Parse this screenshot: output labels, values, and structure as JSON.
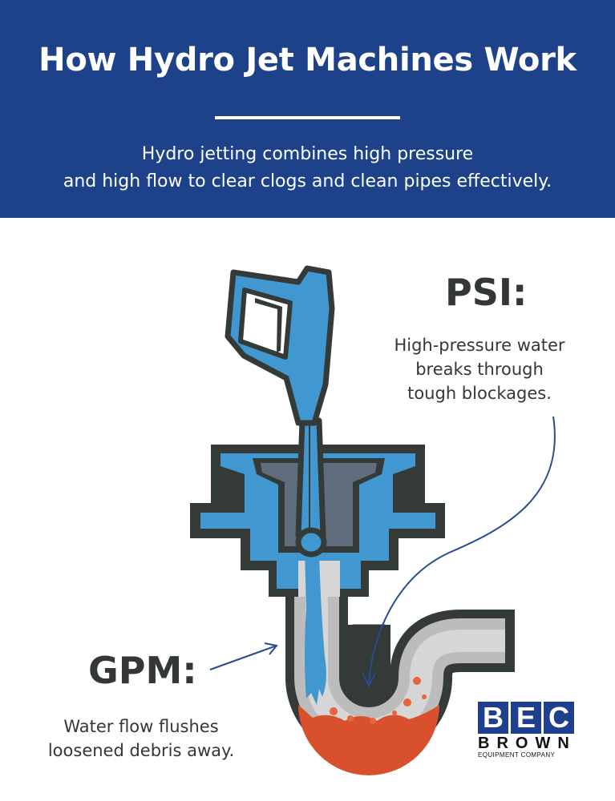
{
  "header": {
    "title": "How Hydro Jet Machines Work",
    "subtitle_line1": "Hydro jetting combines high pressure",
    "subtitle_line2": "and high flow to clear clogs and clean pipes effectively."
  },
  "psi": {
    "label": "PSI:",
    "line1": "High-pressure water",
    "line2": "breaks through",
    "line3": "tough blockages."
  },
  "gpm": {
    "label": "GPM:",
    "line1": "Water flow flushes",
    "line2": "loosened debris away."
  },
  "logo": {
    "letters": [
      "B",
      "E",
      "C"
    ],
    "name": "BROWN",
    "tagline": "EQUIPMENT COMPANY"
  },
  "colors": {
    "header_bg": "#1d4289",
    "blue": "#4197cf",
    "outline": "#333a38",
    "debris": "#d9502e",
    "arrow": "#2a4a96"
  }
}
